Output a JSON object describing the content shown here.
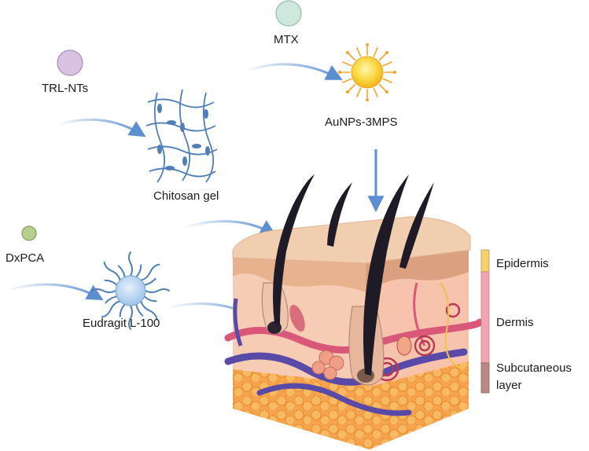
{
  "labels": {
    "mtx": "MTX",
    "trl_nts": "TRL-NTs",
    "aunps": "AuNPs-3MPS",
    "chitosan": "Chitosan gel",
    "dxpca": "DxPCA",
    "eudragit": "Eudragit L-100"
  },
  "layers": {
    "epidermis": "Epidermis",
    "dermis": "Dermis",
    "subcutaneous_line1": "Subcutaneous",
    "subcutaneous_line2": "layer"
  },
  "colors": {
    "mtx_circle": "#cfe8dd",
    "trl_circle": "#d9c3e3",
    "dxpca_circle": "#b6cf8c",
    "arrow": "#5b8fcf",
    "epidermis": "#f6d36a",
    "dermis": "#f3a3b5",
    "subcutaneous": "#b98a84"
  }
}
